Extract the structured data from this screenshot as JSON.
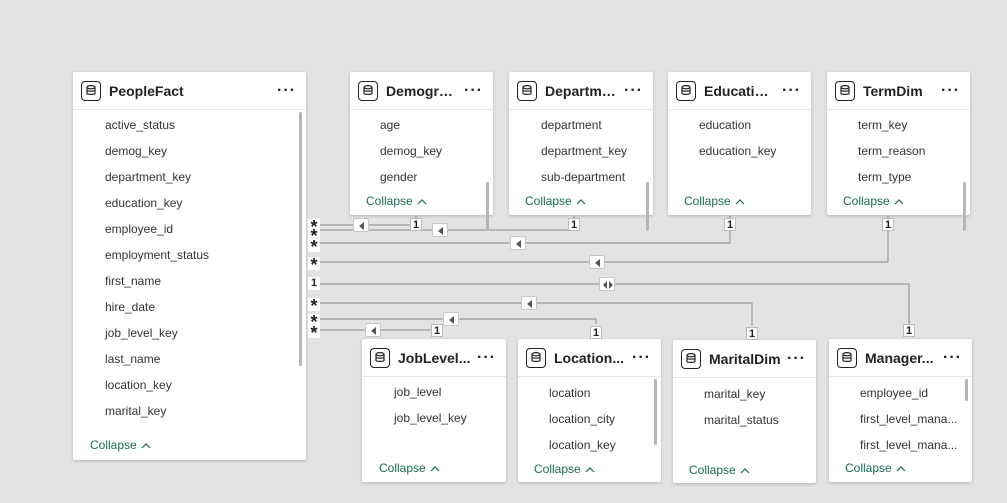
{
  "tables": {
    "peoplefact": {
      "title": "PeopleFact",
      "fields": [
        "active_status",
        "demog_key",
        "department_key",
        "education_key",
        "employee_id",
        "employment_status",
        "first_name",
        "hire_date",
        "job_level_key",
        "last_name",
        "location_key",
        "marital_key"
      ],
      "collapse": "Collapse"
    },
    "demographics": {
      "title": "Demogra...",
      "fields": [
        "age",
        "demog_key",
        "gender"
      ],
      "collapse": "Collapse"
    },
    "department": {
      "title": "Departme...",
      "fields": [
        "department",
        "department_key",
        "sub-department"
      ],
      "collapse": "Collapse"
    },
    "education": {
      "title": "Education...",
      "fields": [
        "education",
        "education_key"
      ],
      "collapse": "Collapse"
    },
    "termdim": {
      "title": "TermDim",
      "fields": [
        "term_key",
        "term_reason",
        "term_type"
      ],
      "collapse": "Collapse"
    },
    "joblevel": {
      "title": "JobLevel...",
      "fields": [
        "job_level",
        "job_level_key"
      ],
      "collapse": "Collapse"
    },
    "location": {
      "title": "Location...",
      "fields": [
        "location",
        "location_city",
        "location_key"
      ],
      "collapse": "Collapse"
    },
    "marital": {
      "title": "MaritalDim",
      "fields": [
        "marital_key",
        "marital_status"
      ],
      "collapse": "Collapse"
    },
    "manager": {
      "title": "Manager...",
      "fields": [
        "employee_id",
        "first_level_mana...",
        "first_level_mana..."
      ],
      "collapse": "Collapse"
    }
  },
  "markers": {
    "many": "*",
    "one": "1"
  },
  "icons": {
    "table": "table-icon",
    "more": "more-options-icon",
    "collapse": "chevron-up-icon",
    "arrow": "filter-direction-icon"
  },
  "ui": {
    "more_glyph": "···",
    "chevron_glyph": "^"
  },
  "colors": {
    "canvas": "#e4e3e2",
    "link": "#196b55",
    "line": "#808080"
  }
}
